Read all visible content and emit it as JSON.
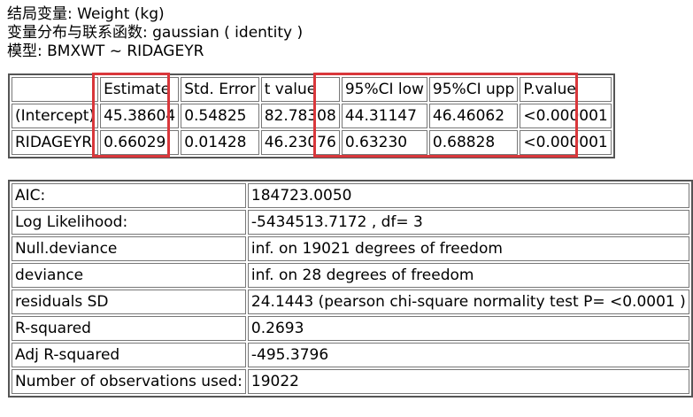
{
  "header": {
    "line1": "结局变量: Weight (kg)",
    "line2": "变量分布与联系函数: gaussian ( identity )",
    "line3": "模型: BMXWT ~ RIDAGEYR"
  },
  "coef_table": {
    "columns": [
      "",
      "Estimate",
      "Std. Error",
      "t value",
      "95%CI low",
      "95%CI upp",
      "P.value"
    ],
    "rows": [
      [
        "(Intercept)",
        "45.38604",
        "0.54825",
        "82.78308",
        "44.31147",
        "46.46062",
        "<0.000001"
      ],
      [
        "RIDAGEYR",
        "0.66029",
        "0.01428",
        "46.23076",
        "0.63230",
        "0.68828",
        "<0.000001"
      ]
    ]
  },
  "stats_table": {
    "rows": [
      [
        "AIC:",
        "184723.0050"
      ],
      [
        "Log Likelihood:",
        "-5434513.7172 , df= 3"
      ],
      [
        "Null.deviance",
        "inf. on 19021 degrees of freedom"
      ],
      [
        "deviance",
        "inf. on 28 degrees of freedom"
      ],
      [
        "residuals SD",
        "24.1443 (pearson chi-square normality test P= <0.0001 )"
      ],
      [
        "R-squared",
        "0.2693"
      ],
      [
        "Adj R-squared",
        "-495.3796"
      ],
      [
        "Number of observations used:",
        "19022"
      ]
    ]
  },
  "colors": {
    "highlight": "#d9373b",
    "border": "#555555"
  }
}
